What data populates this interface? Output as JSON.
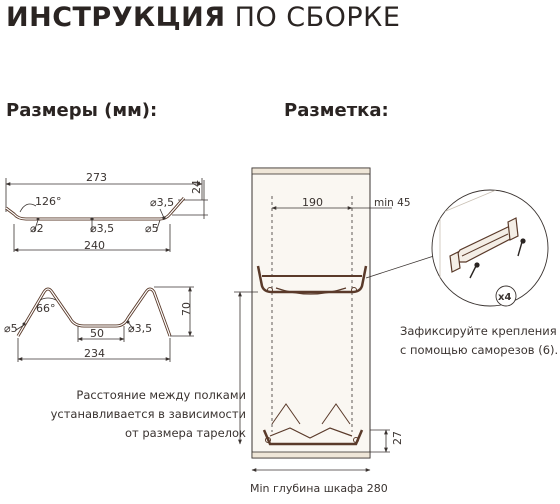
{
  "title": {
    "bold": "ИНСТРУКЦИЯ",
    "light": "ПО СБОРКЕ"
  },
  "sections": {
    "dimensions": "Размеры (мм):",
    "marking": "Разметка:"
  },
  "top_profile": {
    "overall_width": "273",
    "height": "24",
    "angle": "126°",
    "hole_right": "⌀3,5",
    "hole_left_bottom": "⌀2",
    "hole_mid_bottom": "⌀3,5",
    "hole_right_bottom": "⌀5",
    "inner_width": "240"
  },
  "bottom_profile": {
    "angle": "66°",
    "height": "70",
    "hole_left": "⌀5",
    "middle_width": "50",
    "hole_mid": "⌀3,5",
    "overall_width": "234"
  },
  "shelf_note": [
    "Расстояние между полками",
    "устанавливается в зависимости",
    "от размера тарелок"
  ],
  "cabinet": {
    "width_dim": "190",
    "min_gap": "min 45",
    "bottom_gap": "27",
    "min_depth": "Min глубина шкафа 280"
  },
  "detail": {
    "count_badge": "x4",
    "note": [
      "Зафиксируйте крепления",
      "с помощью саморезов (6)."
    ]
  }
}
